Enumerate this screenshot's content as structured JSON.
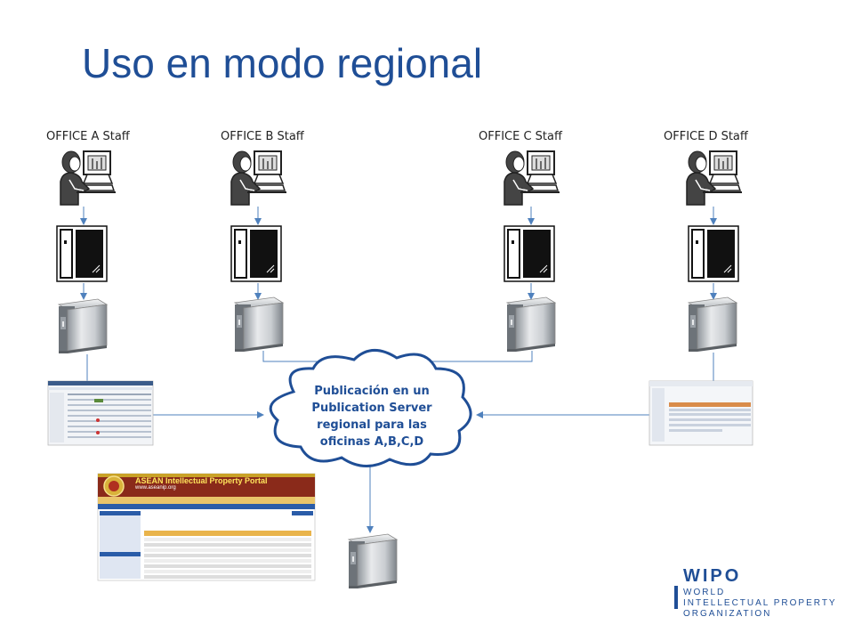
{
  "slide": {
    "title": "Uso en modo regional"
  },
  "offices": [
    {
      "label": "OFFICE A Staff"
    },
    {
      "label": "OFFICE B Staff"
    },
    {
      "label": "OFFICE C Staff"
    },
    {
      "label": "OFFICE D Staff"
    }
  ],
  "cloud": {
    "line1": "Publicación en un",
    "line2": "Publication Server",
    "line3": "regional para las",
    "line4": "oficinas A,B,C,D"
  },
  "portal": {
    "title": "ASEAN Intellectual Property Portal",
    "url": "www.aseanip.org"
  },
  "logo": {
    "mark": "WIPO",
    "line1": "WORLD",
    "line2": "INTELLECTUAL PROPERTY",
    "line3": "ORGANIZATION"
  },
  "colors": {
    "title": "#1f4e96",
    "connector": "#4f81bd",
    "cloud_fill": "#ffffff",
    "cloud_stroke": "#1f4e96"
  }
}
